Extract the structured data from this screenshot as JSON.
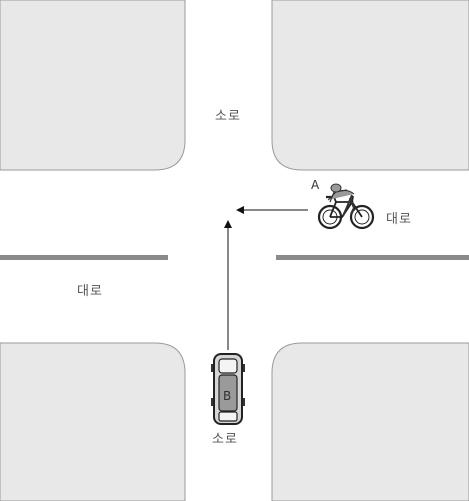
{
  "roads": {
    "minor_road_north_label": "소로",
    "minor_road_south_label": "소로",
    "main_road_west_label": "대로",
    "main_road_east_label": "대로"
  },
  "entities": {
    "bicycle": {
      "label": "A",
      "icon": "bicycle-rider-icon",
      "direction": "west"
    },
    "car": {
      "label": "B",
      "icon": "car-topview-icon",
      "direction": "north"
    }
  },
  "colors": {
    "block_fill": "#e8e8e8",
    "block_stroke": "#9a9a9a",
    "center_line": "#8a8a8a",
    "arrow": "#111111"
  }
}
